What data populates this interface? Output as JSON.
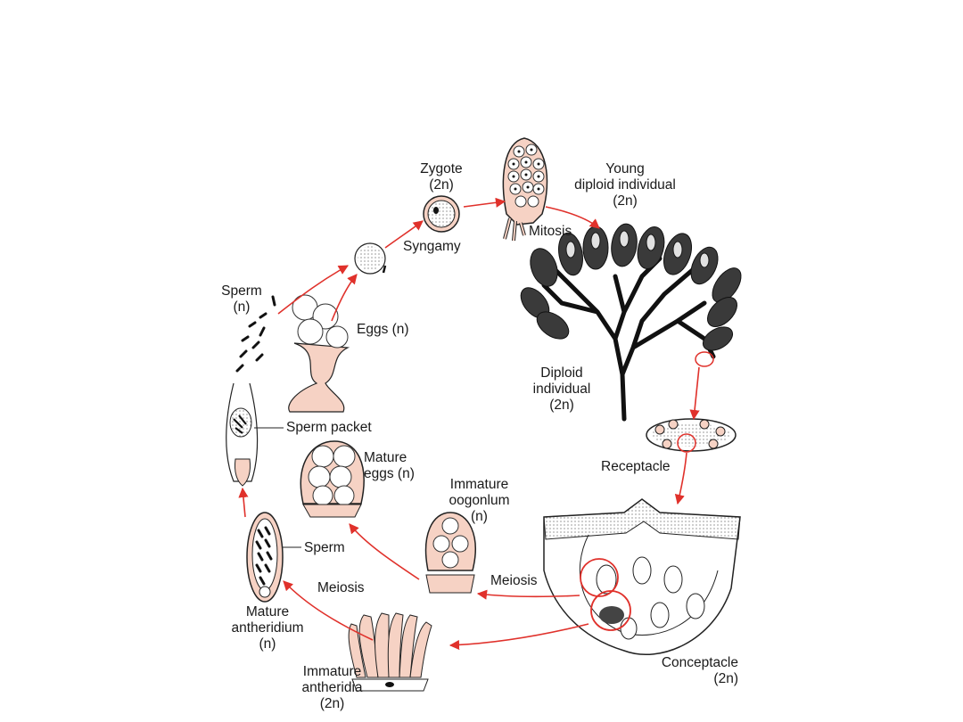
{
  "labels": {
    "zygote": "Zygote",
    "zygote_ploidy": "(2n)",
    "young_diploid_1": "Young",
    "young_diploid_2": "diploid individual",
    "young_diploid_ploidy": "(2n)",
    "mitosis": "Mitosis",
    "syngamy": "Syngamy",
    "sperm": "Sperm",
    "sperm_ploidy": "(n)",
    "eggs": "Eggs (n)",
    "diploid_individual_1": "Diploid",
    "diploid_individual_2": "individual",
    "diploid_individual_ploidy": "(2n)",
    "sperm_packet": "Sperm packet",
    "mature_eggs_1": "Mature",
    "mature_eggs_2": "eggs (n)",
    "receptacle": "Receptacle",
    "immature_oogonium_1": "Immature",
    "immature_oogonium_2": "oogonlum",
    "immature_oogonium_ploidy": "(n)",
    "sperm_label": "Sperm",
    "meiosis_right": "Meiosis",
    "meiosis_left": "Meiosis",
    "mature_antheridium_1": "Mature",
    "mature_antheridium_2": "antheridium",
    "mature_antheridium_ploidy": "(n)",
    "immature_antheridia_1": "Immature",
    "immature_antheridia_2": "antheridia",
    "immature_antheridia_ploidy": "(2n)",
    "conceptacle": "Conceptacle",
    "conceptacle_ploidy": "(2n)"
  },
  "colors": {
    "arrow": "#e0312b",
    "cell_fill": "#f6d2c4",
    "ink": "#1a1a1a"
  }
}
